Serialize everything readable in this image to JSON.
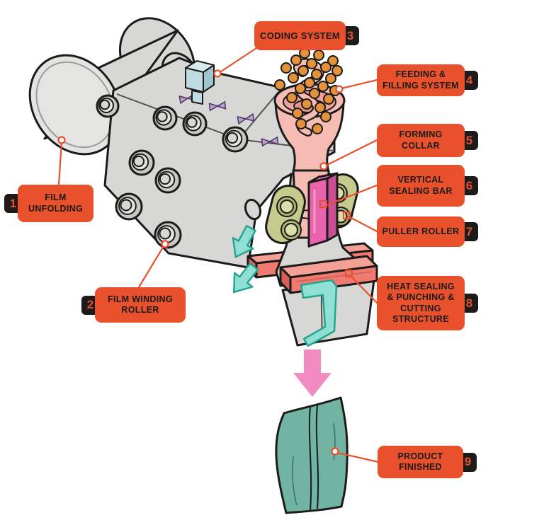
{
  "diagram": {
    "labels": [
      {
        "number": "1",
        "text": "FILM\nUNFOLDING",
        "side": "left"
      },
      {
        "number": "2",
        "text": "FILM WINDING\nROLLER",
        "side": "left"
      },
      {
        "number": "3",
        "text": "CODING SYSTEM",
        "side": "right"
      },
      {
        "number": "4",
        "text": "FEEDING &\nFILLING SYSTEM",
        "side": "right"
      },
      {
        "number": "5",
        "text": "FORMING\nCOLLAR",
        "side": "right"
      },
      {
        "number": "6",
        "text": "VERTICAL\nSEALING BAR",
        "side": "right"
      },
      {
        "number": "7",
        "text": "PULLER ROLLER",
        "side": "right"
      },
      {
        "number": "8",
        "text": "HEAT SEALING\n& PUNCHING &\nCUTTING\nSTRUCTURE",
        "side": "right"
      },
      {
        "number": "9",
        "text": "PRODUCT\nFINISHED",
        "side": "right"
      }
    ],
    "colors": {
      "label_bg": "#E8512C",
      "label_text": "#1C1B1A",
      "badge_bg": "#1C1B1A",
      "badge_number": "#E8512C",
      "leader": "#E8512C",
      "outline": "#1C1B1A",
      "machine_gray": "#D7D7D5",
      "machine_gray_light": "#E4E4E2",
      "machine_gray_dark": "#C8C8C6",
      "coder_blue": "#BFDCE0",
      "coder_blue_light": "#D8ECEE",
      "coder_blue_dark": "#9CC6CC",
      "funnel_pink": "#F6BCB4",
      "funnel_pink_dark": "#EFA29B",
      "pellet_orange": "#E3913B",
      "seal_magenta": "#E863AC",
      "seal_magenta_light": "#F48CC0",
      "seal_magenta_dark": "#C94E94",
      "roller_olive": "#C5CB8D",
      "roller_olive_light": "#D9DEAC",
      "roller_olive_dark": "#AEB573",
      "heat_salmon": "#F07A70",
      "heat_salmon_light": "#F5A097",
      "heat_salmon_dark": "#D96058",
      "arrow_teal": "#8FE0D2",
      "arrow_teal_dark": "#27A392",
      "arrow_pink": "#F08CC2",
      "bag_teal": "#72B4A3",
      "mark_purple": "#C39BD3"
    }
  }
}
